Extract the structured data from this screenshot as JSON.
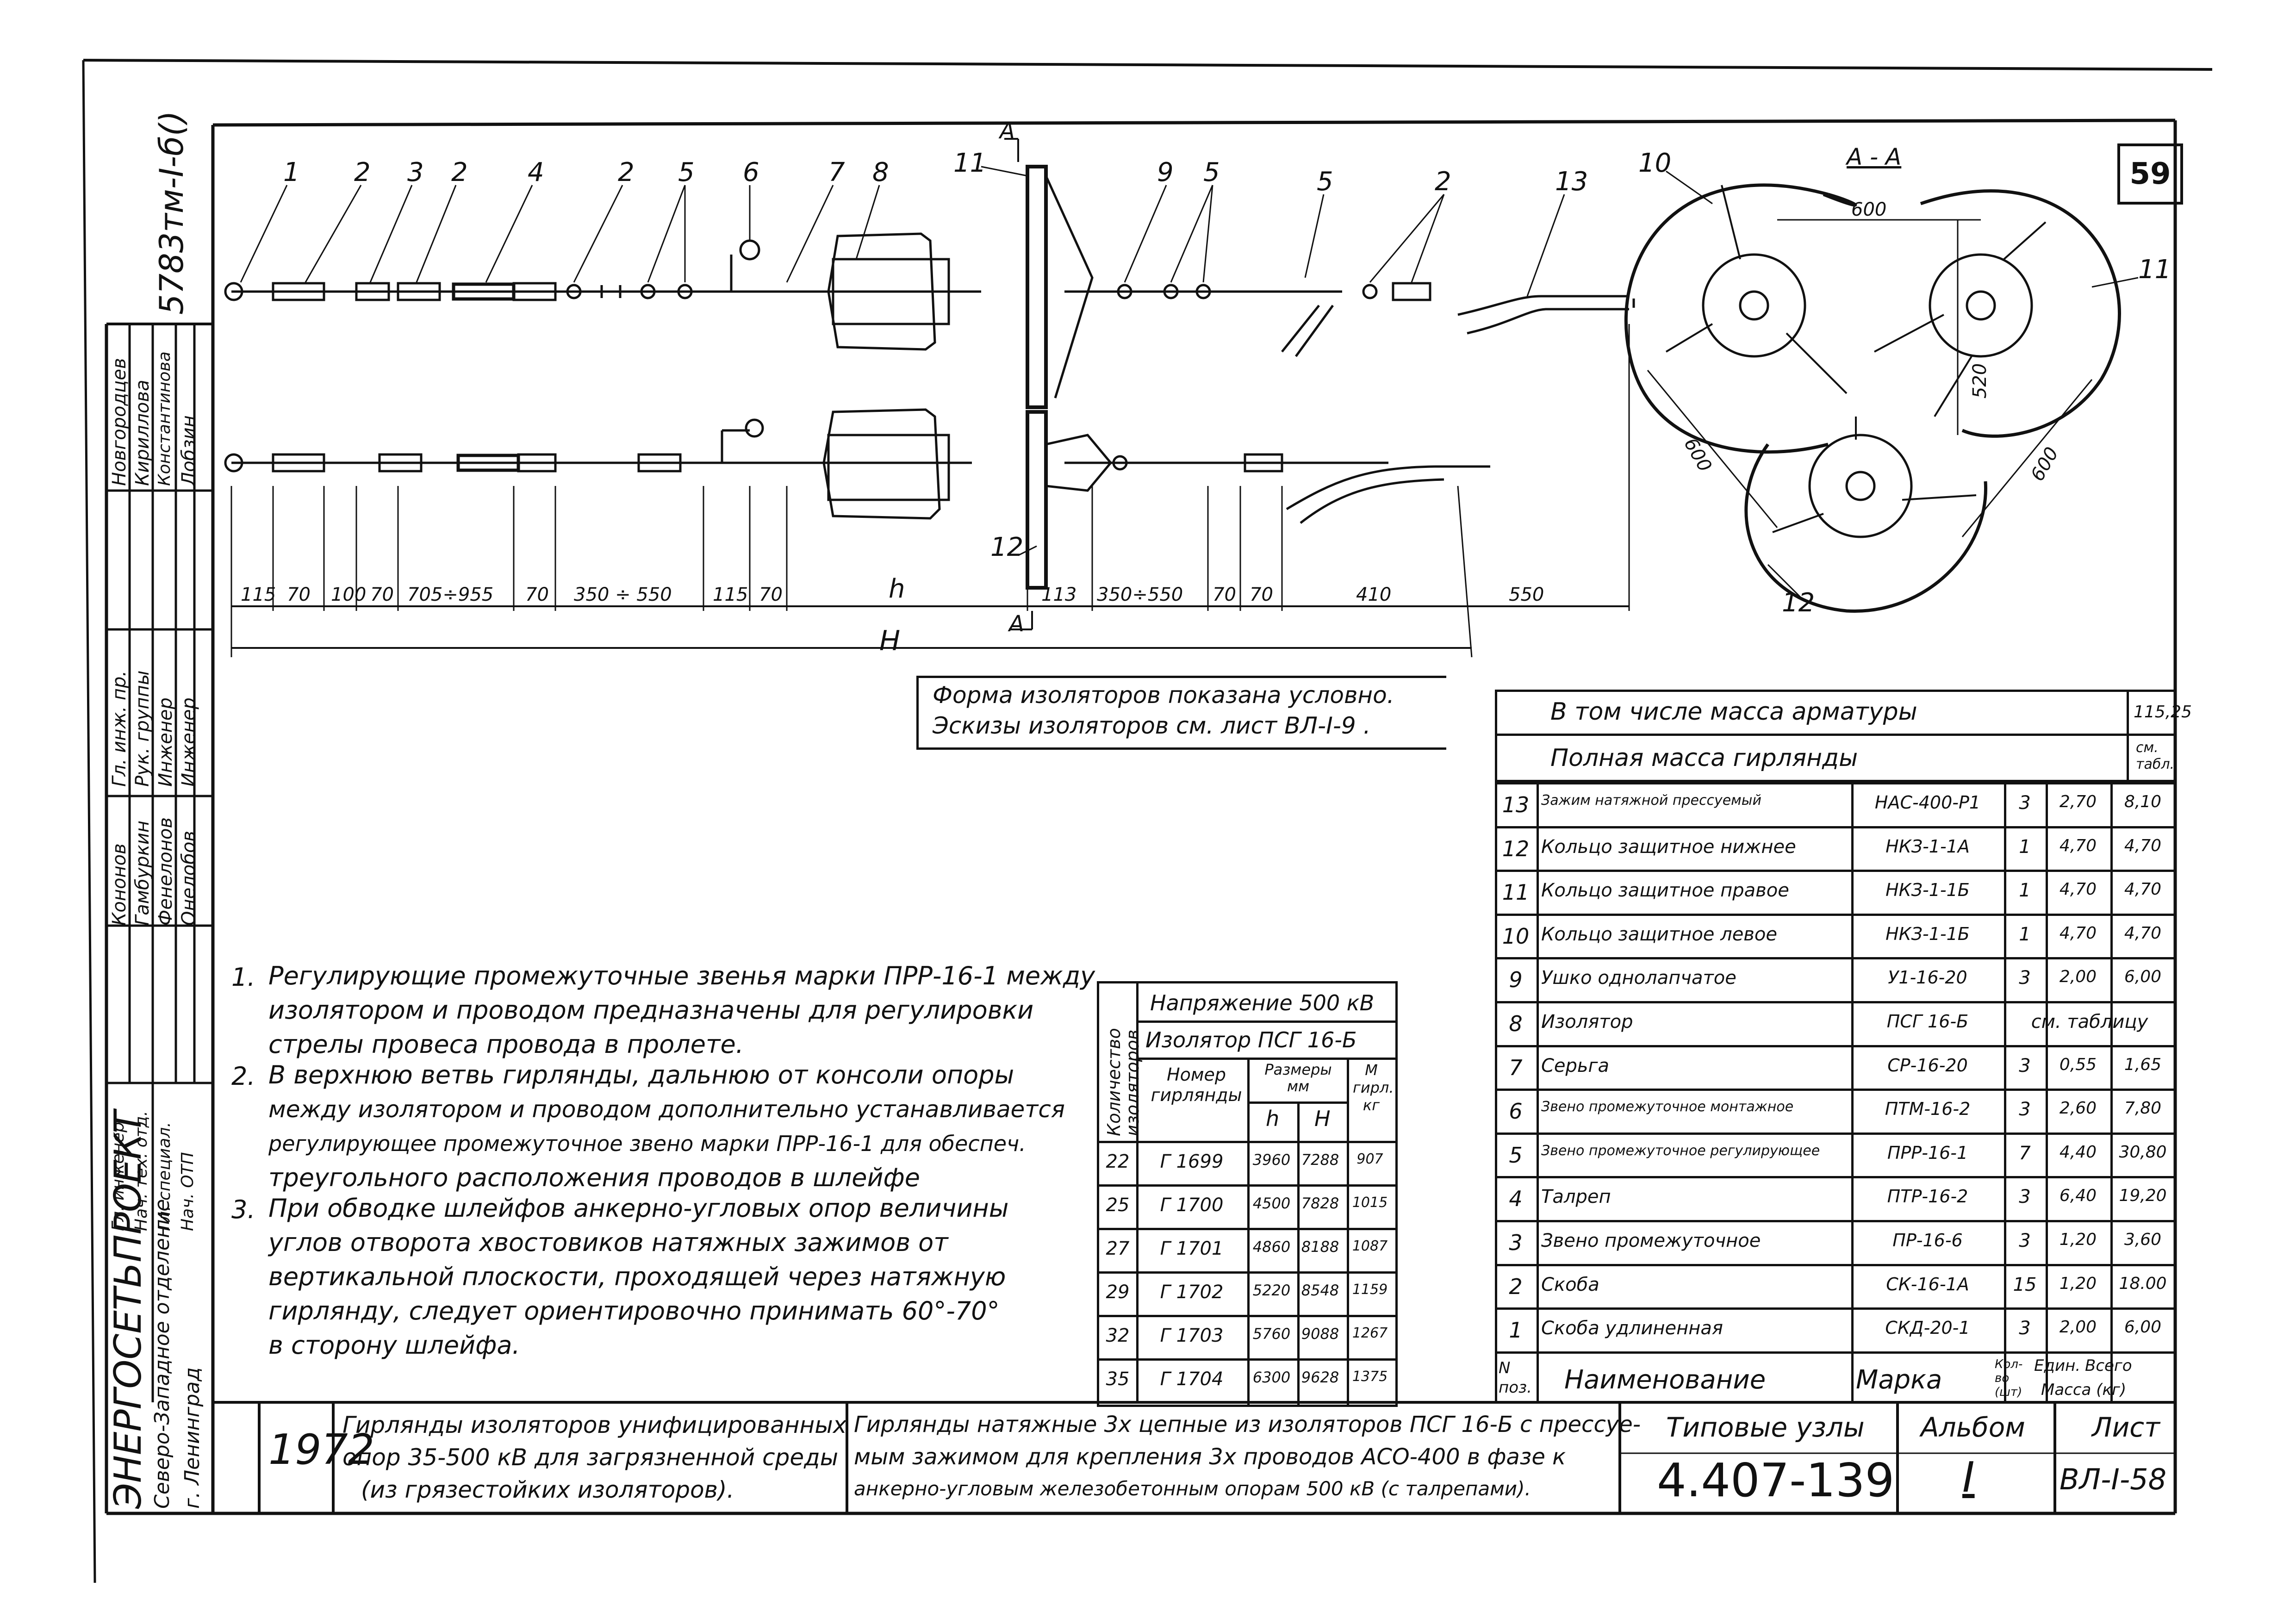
{
  "sheet_number": "59",
  "archive_code": "5783тм-I-б()",
  "drawing": {
    "callouts_top": [
      "1",
      "2",
      "3",
      "2",
      "4",
      "2",
      "5",
      "6",
      "7",
      "8",
      "11",
      "9",
      "5",
      "5",
      "2",
      "13"
    ],
    "section_mark": "А",
    "callout_12": "12",
    "dims": [
      "115",
      "70",
      "100",
      "70",
      "705÷955",
      "70",
      "350 ÷ 550",
      "115",
      "70",
      "h",
      "113",
      "350÷550",
      "70",
      "70",
      "410",
      "550"
    ],
    "dim_H": "H"
  },
  "section_view": {
    "title": "А - А",
    "callouts": [
      "10",
      "11",
      "12"
    ],
    "dims": [
      "600",
      "520",
      "600",
      "600"
    ]
  },
  "insulator_note": {
    "line1": "Форма изоляторов показана условно.",
    "line2": "Эскизы изоляторов см. лист ВЛ-I-9 ."
  },
  "notes": [
    {
      "num": "1.",
      "lines": [
        "Регулирующие промежуточные звенья марки ПРР-16-1 между",
        "изолятором и проводом предназначены для регулировки",
        "стрелы провеса провода в пролете."
      ]
    },
    {
      "num": "2.",
      "lines": [
        "В верхнюю ветвь гирлянды, дальнюю от консоли опоры",
        "между изолятором и проводом дополнительно устанавливается",
        "регулирующее промежуточное звено марки ПРР-16-1 для обеспеч.",
        "треугольного расположения проводов в шлейфе"
      ]
    },
    {
      "num": "3.",
      "lines": [
        "При обводке шлейфов анкерно-угловых опор величины",
        "углов отворота хвостовиков натяжных зажимов от",
        "вертикальной плоскости, проходящей через натяжную",
        "гирлянду, следует ориентировочно принимать 60°-70°",
        "в сторону шлейфа."
      ]
    }
  ],
  "garland_table": {
    "vertical_header": "Количество изоляторов",
    "voltage": "Напряжение 500 кВ",
    "insulator": "Изолятор ПСГ 16-Б",
    "col_num": "Номер гирлянды",
    "col_dims": "Размеры мм",
    "col_mass": "М гирл. кг",
    "col_h": "h",
    "col_H": "H",
    "rows": [
      [
        "22",
        "Г 1699",
        "3960",
        "7288",
        "907"
      ],
      [
        "25",
        "Г 1700",
        "4500",
        "7828",
        "1015"
      ],
      [
        "27",
        "Г 1701",
        "4860",
        "8188",
        "1087"
      ],
      [
        "29",
        "Г 1702",
        "5220",
        "8548",
        "1159"
      ],
      [
        "32",
        "Г 1703",
        "5760",
        "9088",
        "1267"
      ],
      [
        "35",
        "Г 1704",
        "6300",
        "9628",
        "1375"
      ]
    ]
  },
  "spec_table": {
    "armature_label": "В том числе масса арматуры",
    "armature_value": "115,25",
    "total_label": "Полная масса гирлянды",
    "total_value": "см. табл.",
    "rows": [
      [
        "13",
        "Зажим натяжной прессуемый",
        "НАС-400-Р1",
        "3",
        "2,70",
        "8,10"
      ],
      [
        "12",
        "Кольцо защитное нижнее",
        "НКЗ-1-1А",
        "1",
        "4,70",
        "4,70"
      ],
      [
        "11",
        "Кольцо защитное правое",
        "НКЗ-1-1Б",
        "1",
        "4,70",
        "4,70"
      ],
      [
        "10",
        "Кольцо защитное левое",
        "НКЗ-1-1Б",
        "1",
        "4,70",
        "4,70"
      ],
      [
        "9",
        "Ушко однолапчатое",
        "У1-16-20",
        "3",
        "2,00",
        "6,00"
      ],
      [
        "8",
        "Изолятор",
        "ПСГ 16-Б",
        "см. таблицу",
        "",
        ""
      ],
      [
        "7",
        "Серьга",
        "СР-16-20",
        "3",
        "0,55",
        "1,65"
      ],
      [
        "6",
        "Звено промежуточное монтажное",
        "ПТМ-16-2",
        "3",
        "2,60",
        "7,80"
      ],
      [
        "5",
        "Звено промежуточное регулирующее",
        "ПРР-16-1",
        "7",
        "4,40",
        "30,80"
      ],
      [
        "4",
        "Талреп",
        "ПТР-16-2",
        "3",
        "6,40",
        "19,20"
      ],
      [
        "3",
        "Звено промежуточное",
        "ПР-16-6",
        "3",
        "1,20",
        "3,60"
      ],
      [
        "2",
        "Скоба",
        "СК-16-1А",
        "15",
        "1,20",
        "18.00"
      ],
      [
        "1",
        "Скоба удлиненная",
        "СКД-20-1",
        "3",
        "2,00",
        "6,00"
      ]
    ],
    "footer": {
      "pos": "N поз.",
      "name": "Наименование",
      "mark": "Марка",
      "qty": "Кол-во (шт)",
      "unit": "Един.",
      "total": "Всего",
      "mass": "Масса (кг)"
    }
  },
  "title_block": {
    "org1": "ЭНЕРГОСЕТЬПРОЕКТ",
    "org2": "Северо-Западное отделение",
    "org3": "г. Ленинград",
    "year": "1972",
    "series_title_1": "Гирлянды изоляторов унифицированных",
    "series_title_2": "опор 35-500 кВ для загрязненной среды",
    "series_title_3": "(из грязестойких изоляторов).",
    "sheet_title_1": "Гирлянды натяжные 3x цепные из изоляторов ПСГ 16-Б с прессуе-",
    "sheet_title_2": "мым зажимом для крепления 3x проводов АСО-400 в фазе к",
    "sheet_title_3": "анкерно-угловым железобетонным опорам 500 кВ (с талрепами).",
    "typical_label": "Типовые узлы",
    "typical_value": "4.407-139",
    "album_label": "Альбом",
    "album_value": "I",
    "sheet_label": "Лист",
    "sheet_value": "ВЛ-I-58"
  },
  "stamp": {
    "roles": [
      "Гл. инж. пр.",
      "Рук. группы",
      "Инженер",
      "Инженер"
    ],
    "names": [
      "Новгородцев",
      "Кириллова",
      "Константинова",
      "Лобзин"
    ],
    "roles2": [
      "Гл. инженер",
      "Нач. тех. отд.",
      "Гл. специал.",
      "Нач. ОТП"
    ],
    "names2": [
      "Кононов",
      "Гамбуркин",
      "Фенелонов",
      "Онелобов"
    ]
  }
}
